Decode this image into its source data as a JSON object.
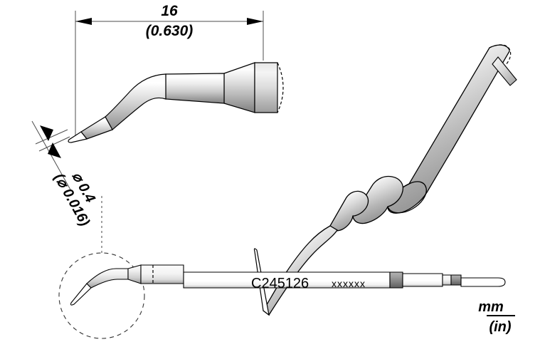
{
  "document": {
    "type": "technical-drawing",
    "subject": "soldering-iron-cartridge-tip",
    "background_color": "#ffffff",
    "line_color": "#000000"
  },
  "dimensions": {
    "length": {
      "value_mm": "16",
      "value_in": "(0.630)",
      "label": "length-dimension"
    },
    "tip_diameter": {
      "value_mm": "⌀ 0.4",
      "value_in": "(⌀ 0.016)",
      "label": "tip-diameter-dimension"
    }
  },
  "part": {
    "number": "C245126",
    "serial_placeholder": "xxxxxx"
  },
  "units": {
    "primary": "mm",
    "secondary": "(in)"
  },
  "views": {
    "side_view": "side-elevation-view",
    "iso_view": "isometric-3d-view",
    "assembly_view": "full-cartridge-assembly-view",
    "detail_circle": "tip-detail-circle"
  },
  "colors": {
    "metal_light": "#ffffff",
    "metal_mid": "#d9d9d9",
    "metal_dark": "#8c8c8c",
    "metal_shadow": "#6b6b6b",
    "collar": "#7a7a7a",
    "outline": "#000000"
  }
}
